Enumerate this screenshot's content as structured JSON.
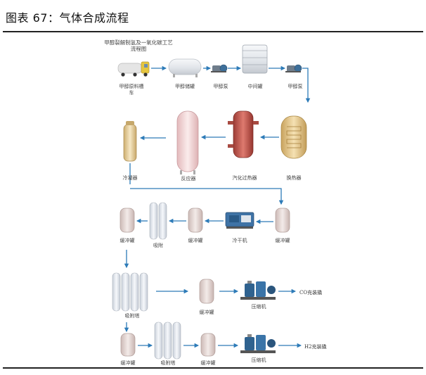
{
  "caption": "图表 67：气体合成流程",
  "diagram": {
    "title_line1": "甲醇裂解制氢及一氧化碳工艺",
    "title_line2": "流程图",
    "labels": {
      "tanker": "甲醇原料槽",
      "tanker2": "车",
      "storage_tank": "甲醇储罐",
      "pump1": "甲醇泵",
      "mid_tank": "中间罐",
      "pump2": "甲醇泵",
      "superheater": "换热器",
      "vaporizer": "汽化过热器",
      "reactor": "反应器",
      "condenser": "冷凝器",
      "buffer1": "缓冲罐",
      "chiller": "冷干机",
      "buffer2": "缓冲罐",
      "adsorber_small": "吸附",
      "buffer3": "缓冲罐",
      "adsorber_large": "吸附塔",
      "buffer4": "缓冲罐",
      "compressor1": "压缩机",
      "dest1": "CO充装撬",
      "buffer5": "缓冲罐",
      "adsorber_bottom": "吸附塔",
      "buffer6": "缓冲罐",
      "compressor2": "压缩机",
      "dest2": "H2充装撬"
    }
  },
  "colors": {
    "flow": "#2d7bb8",
    "column": "#e9edf3",
    "buffer": "#e6d9d6",
    "reactor": "#f2d8d8",
    "vaporizer": "#c1584f",
    "exchanger": "#e2c58a",
    "condenser": "#e6d1a3",
    "compressor": "#2d5f8a"
  }
}
